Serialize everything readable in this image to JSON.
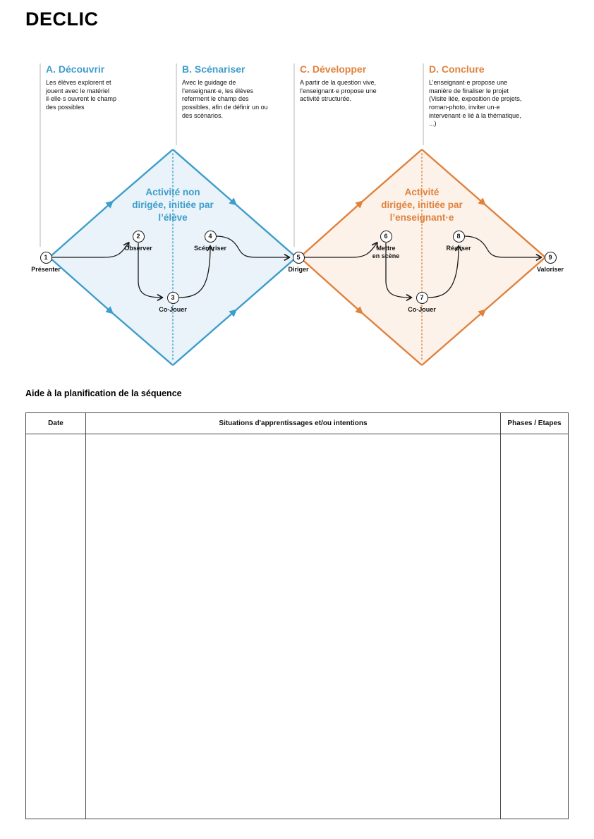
{
  "title": "DECLIC",
  "colors": {
    "blue": "#3D9DCB",
    "orange": "#E0813C"
  },
  "phases": [
    {
      "heading": "A. Découvrir",
      "description": "Les élèves explorent et jouent avec le matériel il·elle·s ouvrent le champ des possibles",
      "color": "#3D9DCB"
    },
    {
      "heading": "B. Scénariser",
      "description": "Avec le guidage de l’enseignant·e, les élèves referment le champ des possibles, afin de définir un ou des scénarios.",
      "color": "#3D9DCB"
    },
    {
      "heading": "C. Développer",
      "description": "A partir de la question vive, l’enseignant·e propose une activité structurée.",
      "color": "#E0813C"
    },
    {
      "heading": "D. Conclure",
      "description": "L’enseignant·e propose une manière de finaliser le projet (Visite liée, exposition de projets, roman-photo, inviter un·e intervenant·e lié à la thématique, ...)",
      "color": "#E0813C"
    }
  ],
  "diamonds": [
    {
      "label": "Activité non\ndirigée, initiée par\nl’élève",
      "color": "#3D9DCB"
    },
    {
      "label": "Activité\ndirigée, initiée par\nl’enseignant·e",
      "color": "#E0813C"
    }
  ],
  "steps": [
    {
      "num": "1",
      "label": "Présenter"
    },
    {
      "num": "2",
      "label": "Observer"
    },
    {
      "num": "3",
      "label": "Co-Jouer"
    },
    {
      "num": "4",
      "label": "Scénariser"
    },
    {
      "num": "5",
      "label": "Diriger"
    },
    {
      "num": "6",
      "label": "Mettre\nen scène"
    },
    {
      "num": "7",
      "label": "Co-Jouer"
    },
    {
      "num": "8",
      "label": "Réaliser"
    },
    {
      "num": "9",
      "label": "Valoriser"
    }
  ],
  "planning": {
    "heading": "Aide à la planification de la séquence",
    "columns": [
      "Date",
      "Situations d'apprentissages et/ou intentions",
      "Phases / Etapes"
    ]
  }
}
